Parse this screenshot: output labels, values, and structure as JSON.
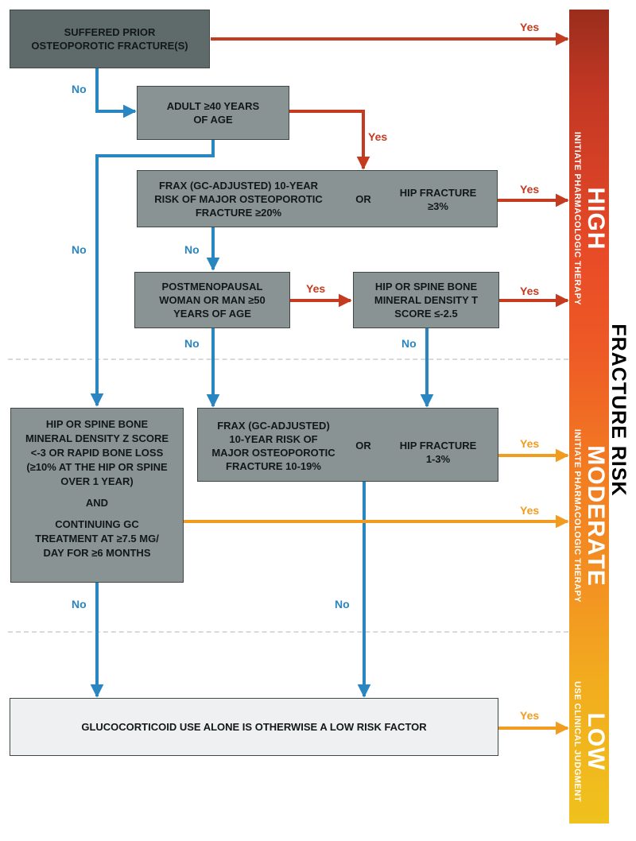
{
  "boxes": {
    "prior_fracture": [
      "SUFFERED PRIOR",
      "OSTEOPOROTIC FRACTURE(S)"
    ],
    "adult40": [
      "ADULT ≥40 YEARS",
      "OF AGE"
    ],
    "frax_high": {
      "left": [
        "FRAX (GC-ADJUSTED) 10-YEAR",
        "RISK OF MAJOR OSTEOPOROTIC",
        "FRACTURE ≥20%"
      ],
      "or": "OR",
      "right": [
        "HIP FRACTURE",
        "≥3%"
      ]
    },
    "postmeno": [
      "POSTMENOPAUSAL",
      "WOMAN OR MAN ≥50",
      "YEARS OF AGE"
    ],
    "bmd_t": [
      "HIP OR SPINE BONE",
      "MINERAL DENSITY T",
      "SCORE ≤-2.5"
    ],
    "bmd_z": {
      "top": [
        "HIP OR SPINE BONE",
        "MINERAL DENSITY Z SCORE",
        "<-3 OR RAPID BONE LOSS",
        "(≥10% AT THE HIP OR SPINE",
        "OVER 1 YEAR)"
      ],
      "and": "AND",
      "bottom": [
        "CONTINUING GC",
        "TREATMENT AT ≥7.5 MG/",
        "DAY FOR ≥6 MONTHS"
      ]
    },
    "frax_mod": {
      "left": [
        "FRAX (GC-ADJUSTED)",
        "10-YEAR RISK OF",
        "MAJOR OSTEOPOROTIC",
        "FRACTURE 10-19%"
      ],
      "or": "OR",
      "right": [
        "HIP FRACTURE",
        "1-3%"
      ]
    },
    "low": "GLUCOCORTICOID USE ALONE IS OTHERWISE A LOW RISK FACTOR"
  },
  "labels": {
    "yes": "Yes",
    "no": "No"
  },
  "risk": {
    "title": "FRACTURE RISK",
    "high": {
      "level": "HIGH",
      "action": "INITIATE PHARMACOLOGIC THERAPY"
    },
    "moderate": {
      "level": "MODERATE",
      "action": "INITIATE PHARMACOLOGIC THERAPY"
    },
    "low": {
      "level": "LOW",
      "action": "USE CLINICAL JUDGMENT"
    }
  },
  "colors": {
    "blue": "#2a86c1",
    "red": "#c43b20",
    "orange": "#f29c1f",
    "box": "#8a9393",
    "box_dark": "#5f6a6b",
    "box_light": "#eef0f1"
  }
}
